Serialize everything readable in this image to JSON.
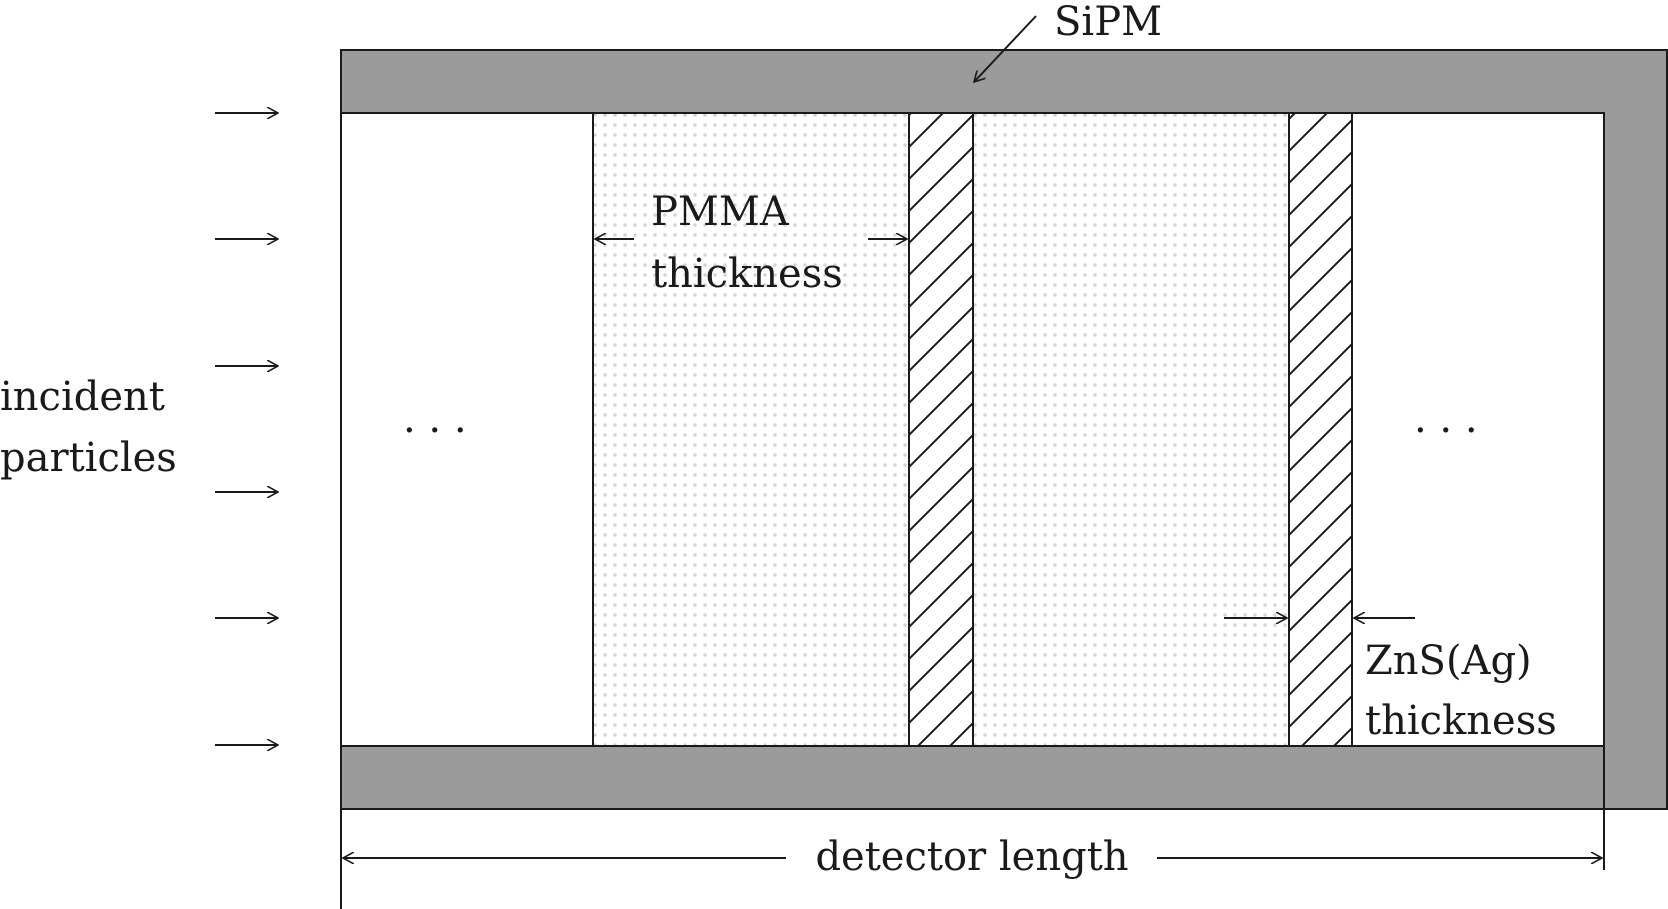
{
  "labels": {
    "sipm": "SiPM",
    "pmma_line1": "PMMA",
    "pmma_line2": "thickness",
    "zns_line1": "ZnS(Ag)",
    "zns_line2": "thickness",
    "incident_line1": "incident",
    "incident_line2": "particles",
    "detector_length": "detector length",
    "ellipsis": ". . ."
  },
  "colors": {
    "sipm_fill": "#9b9b9b",
    "stroke": "#1a1a1a",
    "pmma_dot": "#d4d4d4"
  }
}
